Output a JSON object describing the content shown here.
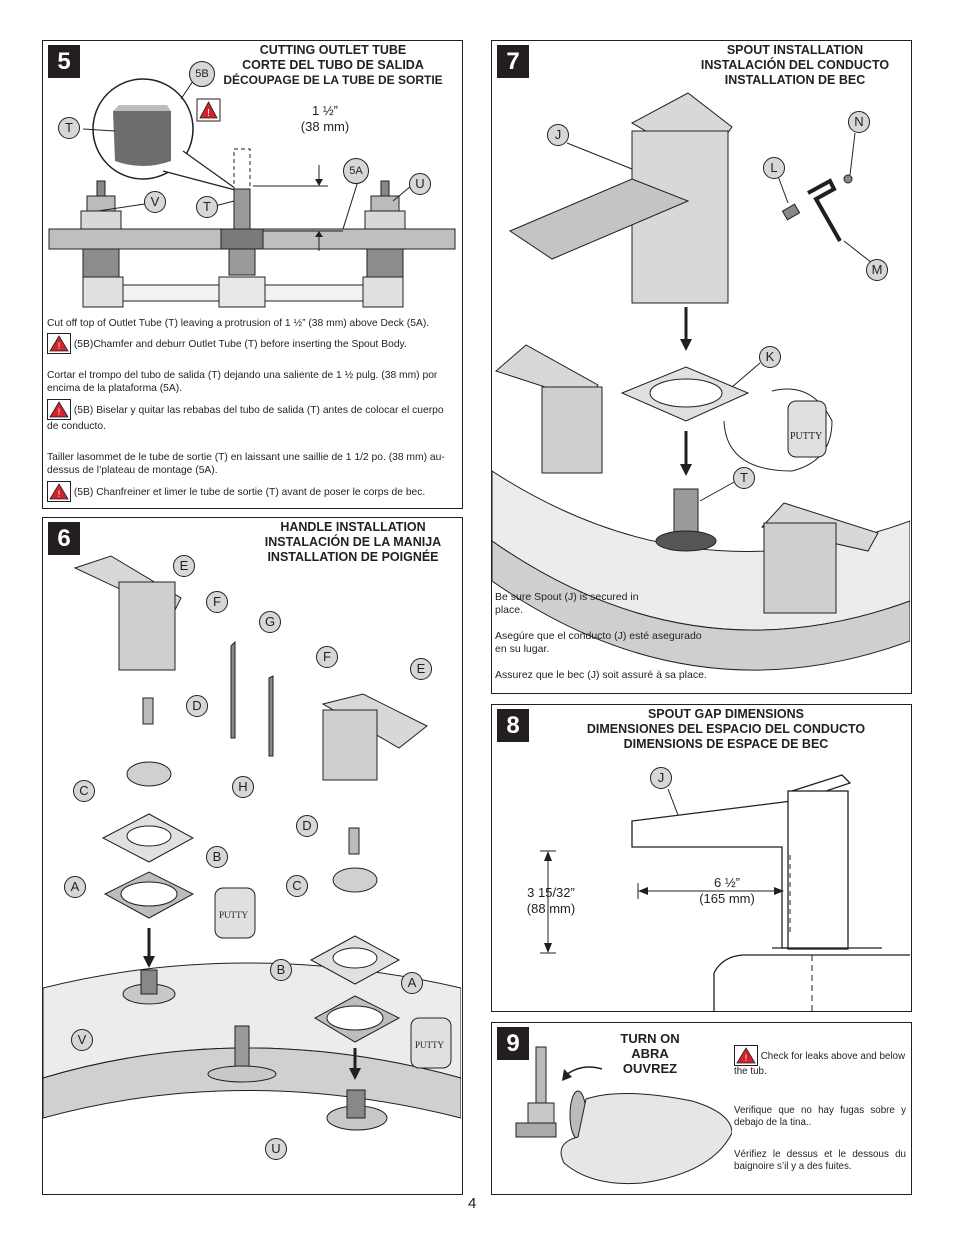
{
  "page_number": "4",
  "step5": {
    "number": "5",
    "title": [
      "CUTTING OUTLET TUBE",
      "CORTE DEL TUBO DE SALIDA",
      "DÉCOUPAGE DE LA TUBE DE SORTIE"
    ],
    "callouts": {
      "c5b": "5B",
      "t1": "T",
      "t2": "T",
      "v": "V",
      "c5a": "5A",
      "u": "U"
    },
    "dim_line1": "1 ½”",
    "dim_line2": "(38 mm)",
    "en": "Cut off top of Outlet Tube (T) leaving a protrusion of 1 ½” (38 mm) above Deck (5A).",
    "en_warn": "(5B)Chamfer and deburr Outlet Tube (T) before inserting the Spout Body.",
    "es": "Cortar el trompo del tubo de salida (T) dejando una saliente de 1 ½ pulg. (38 mm)  por encima de la plataforma (5A).",
    "es_warn": "(5B) Biselar y quitar las rebabas del tubo de salida (T) antes de colocar el cuerpo de conducto.",
    "fr": "Tailler lasommet de le tube de sortie (T) en laissant  une saillie de 1 1/2 po. (38 mm) au-dessus de l’plateau de montage  (5A).",
    "fr_warn": "(5B) Chanfreiner et limer le tube de sortie (T) avant de poser le corps de bec."
  },
  "step6": {
    "number": "6",
    "title": [
      "HANDLE INSTALLATION",
      "INSTALACIÓN DE LA MANIJA",
      "INSTALLATION DE POIGNÉE"
    ],
    "callouts": {
      "e1": "E",
      "f1": "F",
      "g": "G",
      "f2": "F",
      "e2": "E",
      "d1": "D",
      "h": "H",
      "c1": "C",
      "b1": "B",
      "a1": "A",
      "d2": "D",
      "c2": "C",
      "b2": "B",
      "a2": "A",
      "v": "V",
      "u": "U"
    },
    "putty": "PUTTY"
  },
  "step7": {
    "number": "7",
    "title": [
      "SPOUT INSTALLATION",
      "INSTALACIÓN DEL CONDUCTO",
      "INSTALLATION DE BEC"
    ],
    "callouts": {
      "j": "J",
      "n": "N",
      "l": "L",
      "m": "M",
      "k": "K",
      "t": "T"
    },
    "putty": "PUTTY",
    "en": "Be sure Spout (J) is secured in place.",
    "es": "Asegúre que el conducto (J) esté asegurado en su lugar.",
    "fr": "Assurez que le bec (J) soit assuré à sa place."
  },
  "step8": {
    "number": "8",
    "title": [
      "SPOUT GAP DIMENSIONS",
      "DIMENSIONES DEL ESPACIO DEL CONDUCTO",
      "DIMENSIONS DE ESPACE DE BEC"
    ],
    "callout_j": "J",
    "dim_h_line1": "6 ½”",
    "dim_h_line2": "(165 mm)",
    "dim_v_line1": "3 15/32”",
    "dim_v_line2": "(88 mm)"
  },
  "step9": {
    "number": "9",
    "title": [
      "TURN ON",
      "ABRA",
      "OUVREZ"
    ],
    "en": "Check for leaks above and below the tub.",
    "es": "Verifique que no hay fugas sobre y debajo de la tina..",
    "fr": "Vérifiez  le dessus et le dessous du baignoire s’il y a des fuites."
  }
}
